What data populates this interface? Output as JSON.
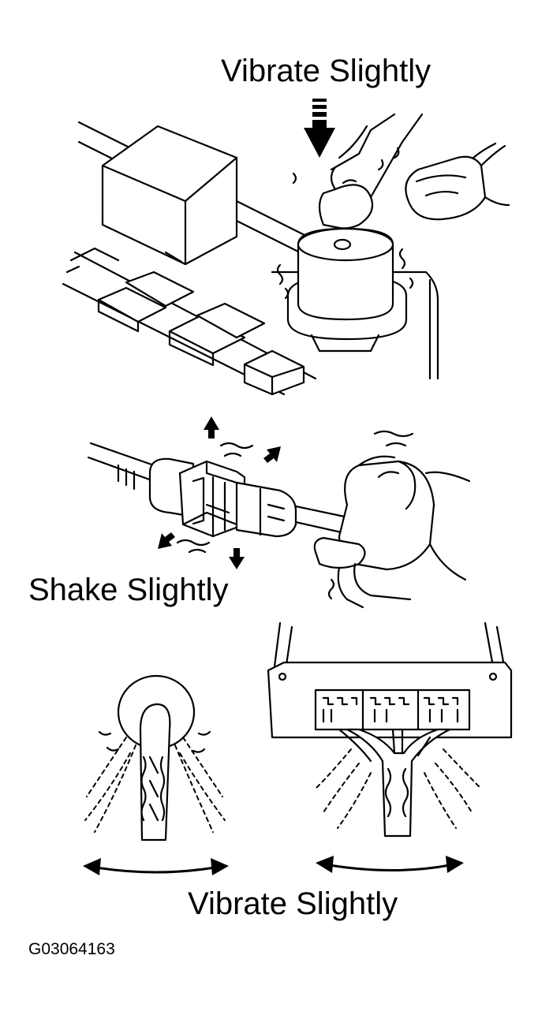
{
  "labels": {
    "top": "Vibrate Slightly",
    "middle": "Shake Slightly",
    "bottom": "Vibrate Slightly",
    "figure_code": "G03064163"
  },
  "icons": [
    "relay-block-illustration",
    "connector-illustration",
    "wire-harness-illustration",
    "ecu-connector-illustration",
    "arrow-down-icon",
    "double-arrow-icon"
  ]
}
